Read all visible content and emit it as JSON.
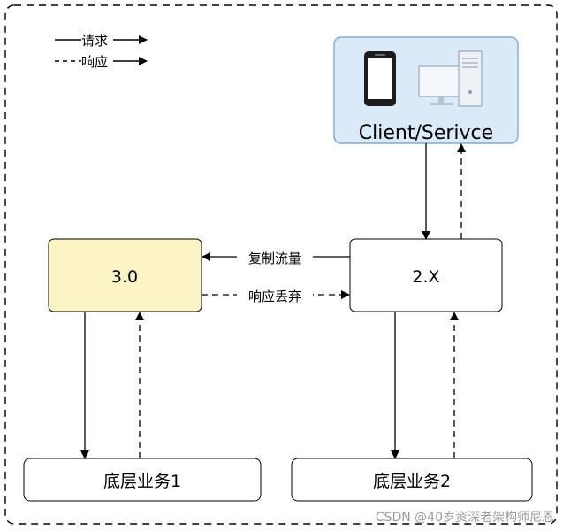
{
  "legend": {
    "request_label": "请求",
    "response_label": "响应"
  },
  "client": {
    "label": "Client/Serivce",
    "fill_color": "#dbeaf8",
    "border_color": "#6b9fd2",
    "icons": [
      "mobile-phone-icon",
      "desktop-computer-icon"
    ]
  },
  "nodes": {
    "v3": {
      "label": "3.0",
      "fill_color": "#fbf4c4"
    },
    "v2": {
      "label": "2.X",
      "fill_color": "#ffffff"
    },
    "biz1": {
      "label": "底层业务1"
    },
    "biz2": {
      "label": "底层业务2"
    }
  },
  "edges": {
    "copy_traffic_label": "复制流量",
    "discard_response_label": "响应丢弃"
  },
  "watermark": "CSDN @40岁资深老架构师尼恩"
}
